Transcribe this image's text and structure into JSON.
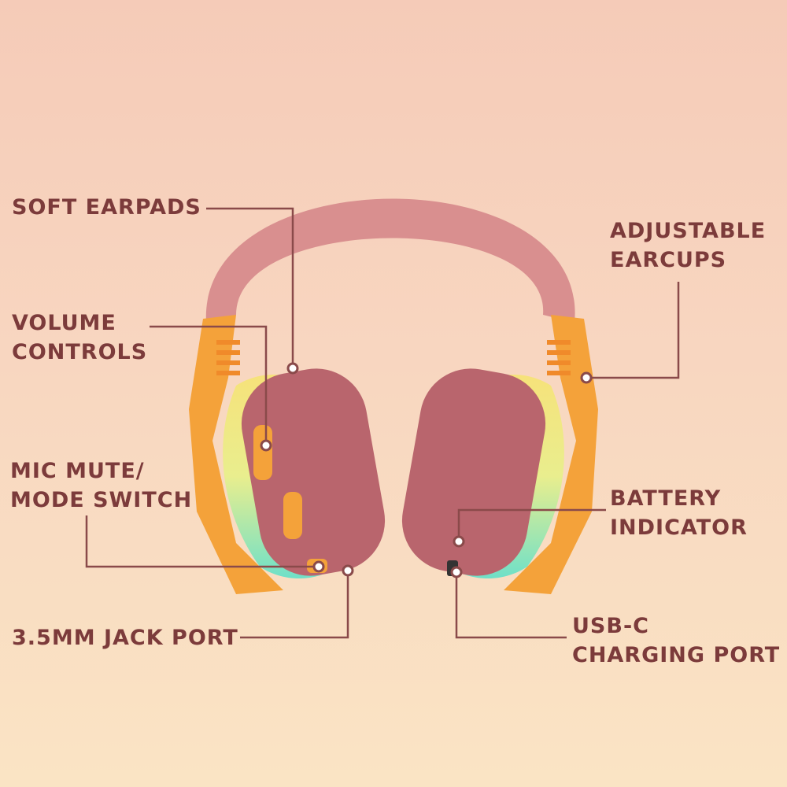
{
  "colors": {
    "text": "#7c3b3b",
    "headband": "#d98f8f",
    "earpad": "#b9656d",
    "arm": "#f4a23a"
  },
  "labels": {
    "soft_earpads": "SOFT EARPADS",
    "volume_controls": [
      "VOLUME",
      "CONTROLS"
    ],
    "mic_mute": [
      "MIC MUTE/",
      "MODE SWITCH"
    ],
    "jack_port": "3.5MM JACK PORT",
    "adjustable_earcups": [
      "ADJUSTABLE",
      "EARCUPS"
    ],
    "battery_indicator": [
      "BATTERY",
      "INDICATOR"
    ],
    "usb_c": [
      "USB-C",
      "CHARGING PORT"
    ]
  }
}
